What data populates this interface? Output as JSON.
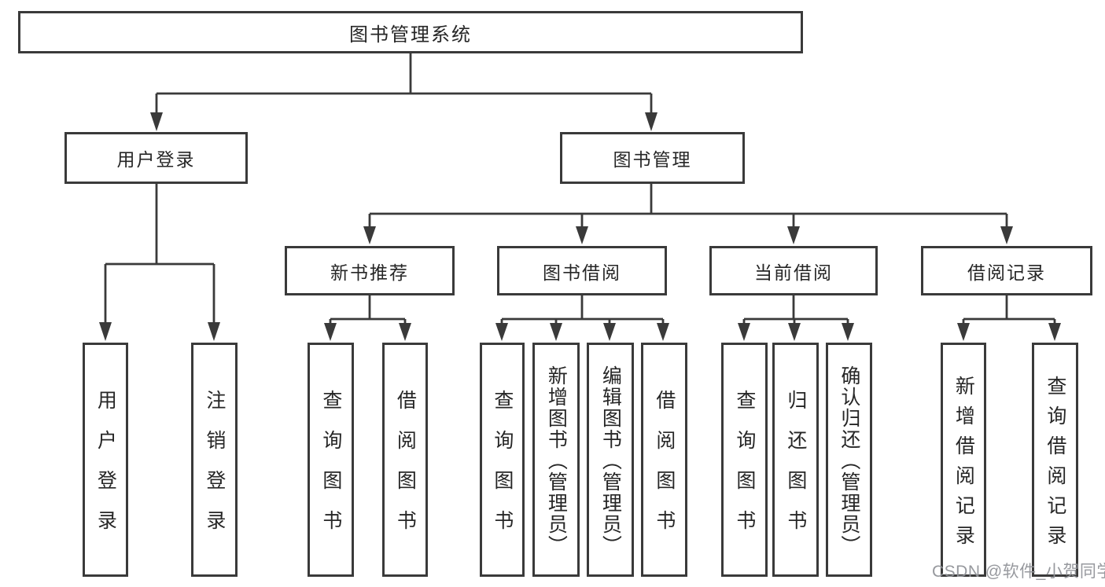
{
  "tree": {
    "root": {
      "label": "图书管理系统"
    },
    "branches": [
      {
        "label": "用户登录",
        "children": [
          {
            "label": "用户登录"
          },
          {
            "label": "注销登录"
          }
        ]
      },
      {
        "label": "图书管理",
        "children": [
          {
            "label": "新书推荐",
            "children": [
              {
                "label": "查询图书"
              },
              {
                "label": "借阅图书"
              }
            ]
          },
          {
            "label": "图书借阅",
            "children": [
              {
                "label": "查询图书"
              },
              {
                "label": "新增图书（管理员）"
              },
              {
                "label": "编辑图书（管理员）"
              },
              {
                "label": "借阅图书"
              }
            ]
          },
          {
            "label": "当前借阅",
            "children": [
              {
                "label": "查询图书"
              },
              {
                "label": "归还图书"
              },
              {
                "label": "确认归还（管理员）"
              }
            ]
          },
          {
            "label": "借阅记录",
            "children": [
              {
                "label": "新增借阅记录"
              },
              {
                "label": "查询借阅记录"
              }
            ]
          }
        ]
      }
    ]
  },
  "watermark": {
    "text": "CSDN @软件_小贺同学"
  },
  "colors": {
    "line": "#3a3a3a",
    "text": "#262626",
    "background": "#ffffff",
    "watermark": "#919499"
  }
}
